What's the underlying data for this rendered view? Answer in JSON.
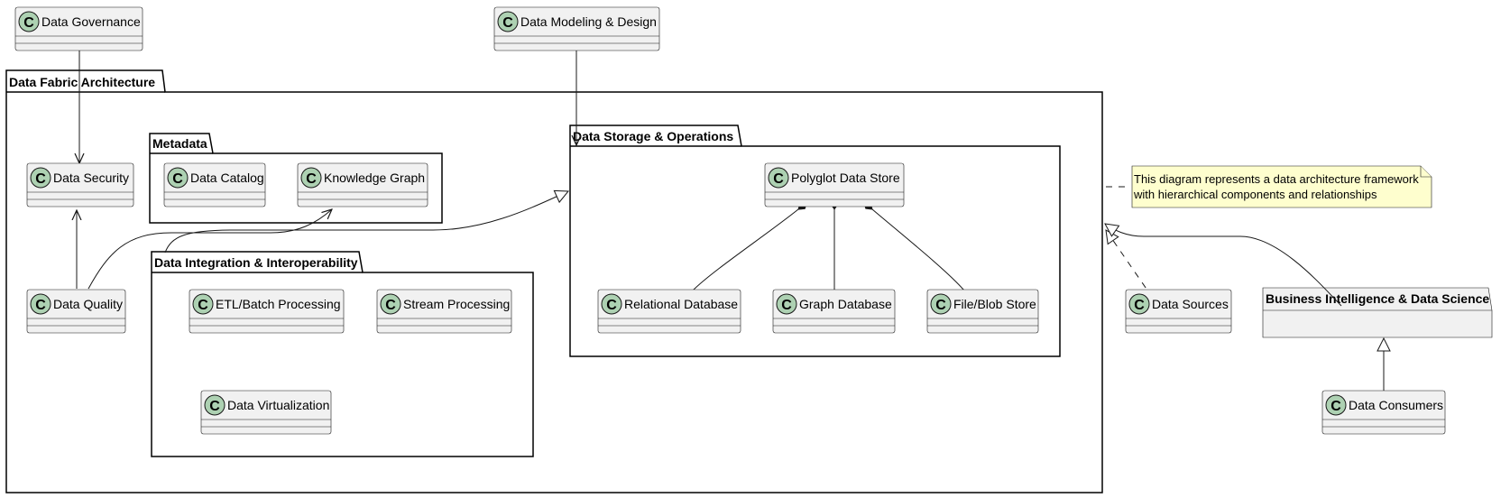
{
  "packages": {
    "fabric": "Data Fabric Architecture",
    "metadata": "Metadata",
    "storage": "Data Storage & Operations",
    "integration": "Data Integration & Interoperability",
    "bi": "Business Intelligence & Data Science"
  },
  "classes": {
    "governance": "Data Governance",
    "modeling": "Data Modeling & Design",
    "security": "Data Security",
    "quality": "Data Quality",
    "catalog": "Data Catalog",
    "knowledge_graph": "Knowledge Graph",
    "polyglot": "Polyglot Data Store",
    "relational": "Relational Database",
    "graph_db": "Graph Database",
    "blob": "File/Blob Store",
    "etl": "ETL/Batch Processing",
    "stream": "Stream Processing",
    "virtualization": "Data Virtualization",
    "sources": "Data Sources",
    "consumers": "Data Consumers"
  },
  "badge_letter": "C",
  "note": {
    "line1": "This diagram represents a data architecture framework",
    "line2": "with hierarchical components and relationships"
  },
  "colors": {
    "class_fill": "#f1f1f1",
    "badge_fill": "#add1b2",
    "note_fill": "#fefece"
  }
}
